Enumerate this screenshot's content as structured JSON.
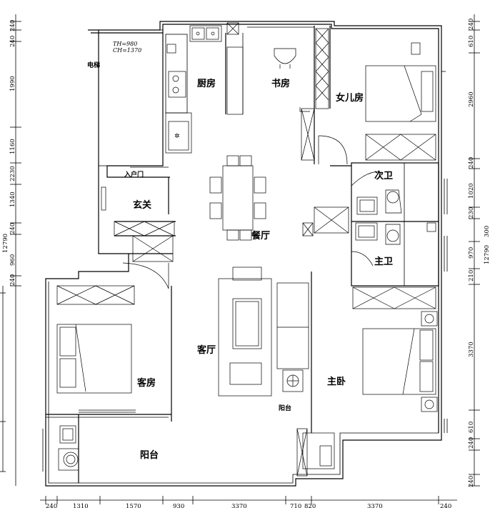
{
  "rooms": {
    "kitchen": "厨房",
    "study": "书房",
    "daughter_room": "女儿房",
    "elevator": "电梯",
    "entrance_door": "入户门",
    "foyer": "玄关",
    "dining": "餐厅",
    "second_bath": "次卫",
    "master_bath": "主卫",
    "living": "客厅",
    "guest_room": "客房",
    "master_bedroom": "主卧",
    "balcony": "阳台",
    "balcony_small": "阳台"
  },
  "notes": {
    "window_height": "TH=980",
    "ceiling_height": "CH=1370"
  },
  "dimensions": {
    "left": [
      "240",
      "240",
      "1990",
      "1160",
      "2230",
      "1340",
      "240",
      "960",
      "240",
      "12790"
    ],
    "right": [
      "240",
      "610",
      "2960",
      "240",
      "1020",
      "230",
      "300",
      "970",
      "210",
      "12790",
      "3370",
      "610",
      "240",
      "240"
    ],
    "bottom": [
      "240",
      "1310",
      "1570",
      "930",
      "3370",
      "710",
      "820",
      "3370",
      "240"
    ]
  }
}
